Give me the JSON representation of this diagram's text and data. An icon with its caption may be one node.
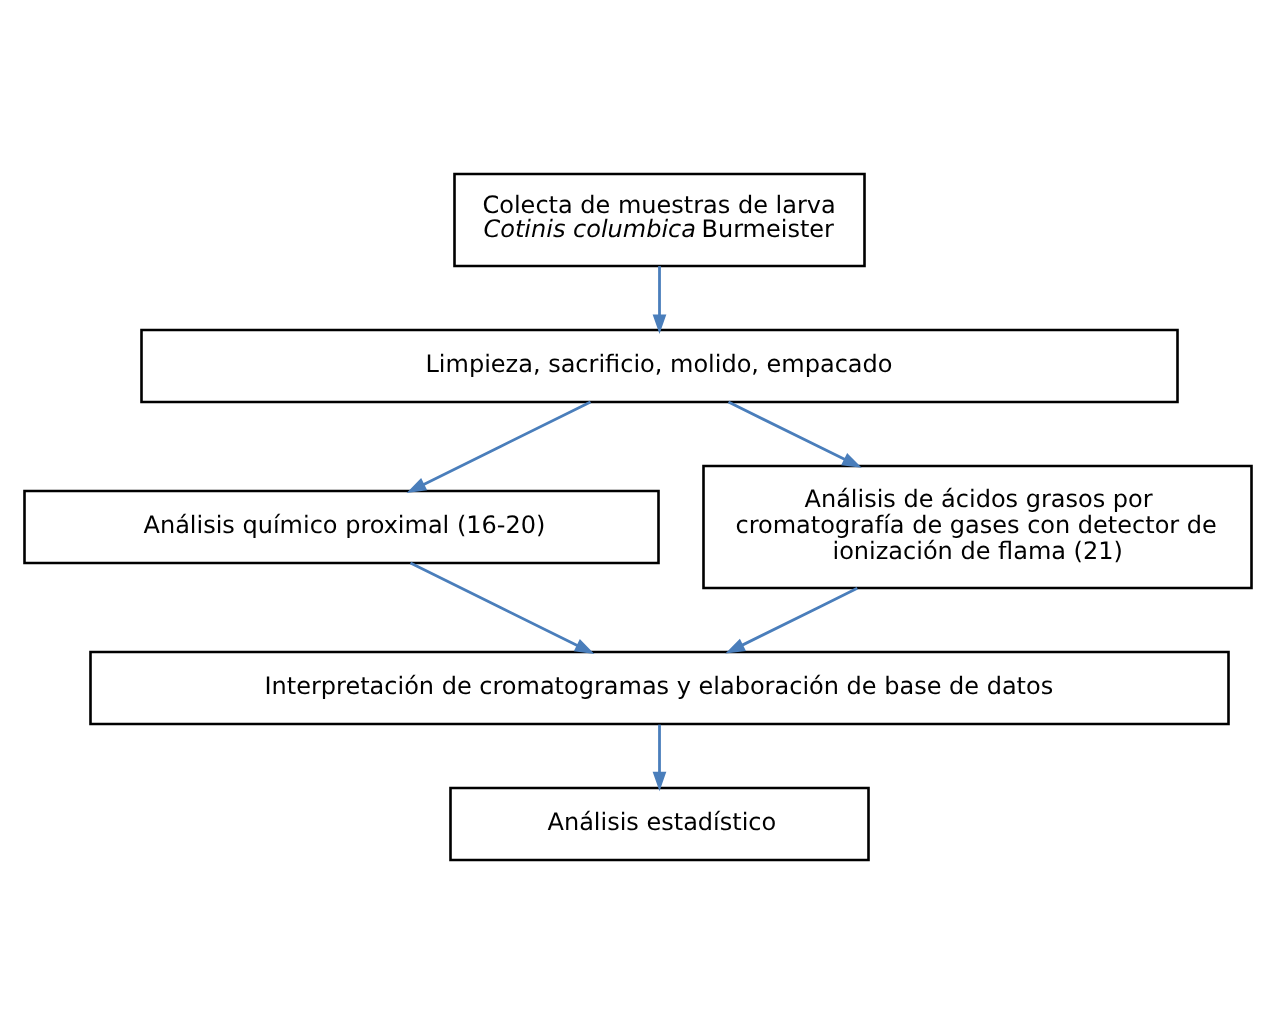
{
  "diagram": {
    "nodes": [
      {
        "text": [
          "Colecta de muestras de larva *Cotinis columbica* Burmeister"
        ]
      },
      {
        "text": [
          "Limpieza, sacrificio, molido, empacado"
        ]
      },
      {
        "text": [
          "Análisis químico proximal (16-20)"
        ]
      },
      {
        "text": [
          "Análisis de ácidos grasos por cromatografía de gases con detector de ionización de flama (21)"
        ]
      },
      {
        "text": [
          "Interpretación de cromatogramas y elaboración de base de datos"
        ]
      },
      {
        "text": [
          "Análisis estadístico"
        ]
      }
    ],
    "edges": [
      {
        "from": 0,
        "to": 1,
        "arrow": "to"
      },
      {
        "from": 1,
        "to": 2,
        "arrow": "to"
      },
      {
        "from": 1,
        "to": 3,
        "arrow": "to"
      },
      {
        "from": 2,
        "to": 4,
        "arrow": "to"
      },
      {
        "from": 3,
        "to": 4,
        "arrow": "to"
      },
      {
        "from": 4,
        "to": 5,
        "arrow": "to"
      }
    ]
  }
}
